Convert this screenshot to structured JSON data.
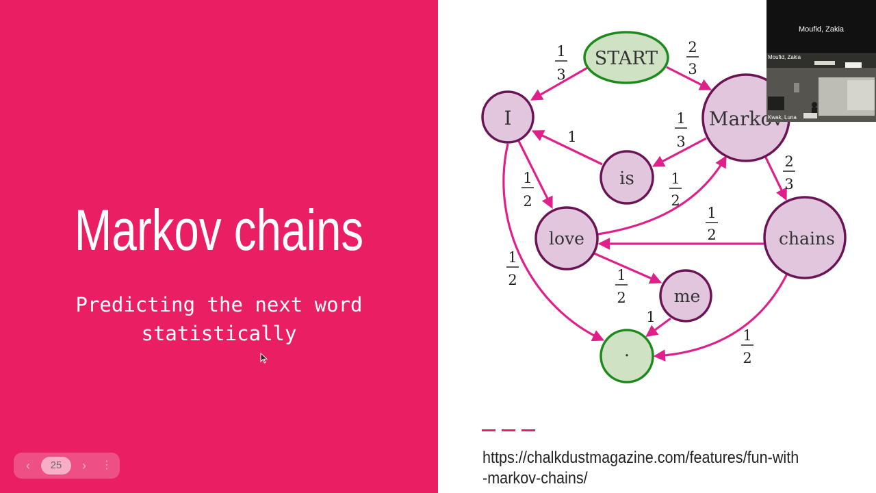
{
  "slide": {
    "title": "Markov chains",
    "subtitle": "Predicting the next word\nstatistically",
    "source_url": "https://chalkdustmagazine.com/features/fun-with-markov-chains/"
  },
  "navigation": {
    "prev_icon": "chevron-left",
    "page_number": "25",
    "next_icon": "chevron-right",
    "menu_icon": "more-vertical"
  },
  "diagram": {
    "nodes": {
      "start": "START",
      "i": "I",
      "markov": "Markov",
      "is": "is",
      "love": "love",
      "chains": "chains",
      "me": "me",
      "end": "·"
    },
    "edges": [
      {
        "from": "START",
        "to": "I",
        "label": [
          "1",
          "3"
        ]
      },
      {
        "from": "START",
        "to": "Markov",
        "label": [
          "2",
          "3"
        ]
      },
      {
        "from": "is",
        "to": "I",
        "label": [
          "1"
        ]
      },
      {
        "from": "Markov",
        "to": "is",
        "label": [
          "1",
          "3"
        ]
      },
      {
        "from": "Markov",
        "to": "chains",
        "label": [
          "2",
          "3"
        ]
      },
      {
        "from": "I",
        "to": "love",
        "label": [
          "1",
          "2"
        ]
      },
      {
        "from": "love",
        "to": "Markov",
        "label": [
          "1",
          "2"
        ]
      },
      {
        "from": "chains",
        "to": "love",
        "label": [
          "1",
          "2"
        ]
      },
      {
        "from": "I",
        "to": "·",
        "label": [
          "1",
          "2"
        ]
      },
      {
        "from": "love",
        "to": "me",
        "label": [
          "1",
          "2"
        ]
      },
      {
        "from": "me",
        "to": "·",
        "label": [
          "1"
        ]
      },
      {
        "from": "chains",
        "to": "·",
        "label": [
          "1",
          "2"
        ]
      }
    ],
    "colors": {
      "edge": "#e0208a",
      "node_fill": "#e2c6dd",
      "node_stroke": "#6b1455",
      "terminal_fill": "#cfe3c4",
      "terminal_stroke": "#1e8a1e"
    }
  },
  "video": {
    "participant_top": "Moufid, Zakia",
    "feed_label_top": "Moufid, Zakia",
    "feed_label_bottom": "Kwak, Luna"
  },
  "colors": {
    "slide_background": "#e91e63",
    "text": "#ffffff"
  }
}
